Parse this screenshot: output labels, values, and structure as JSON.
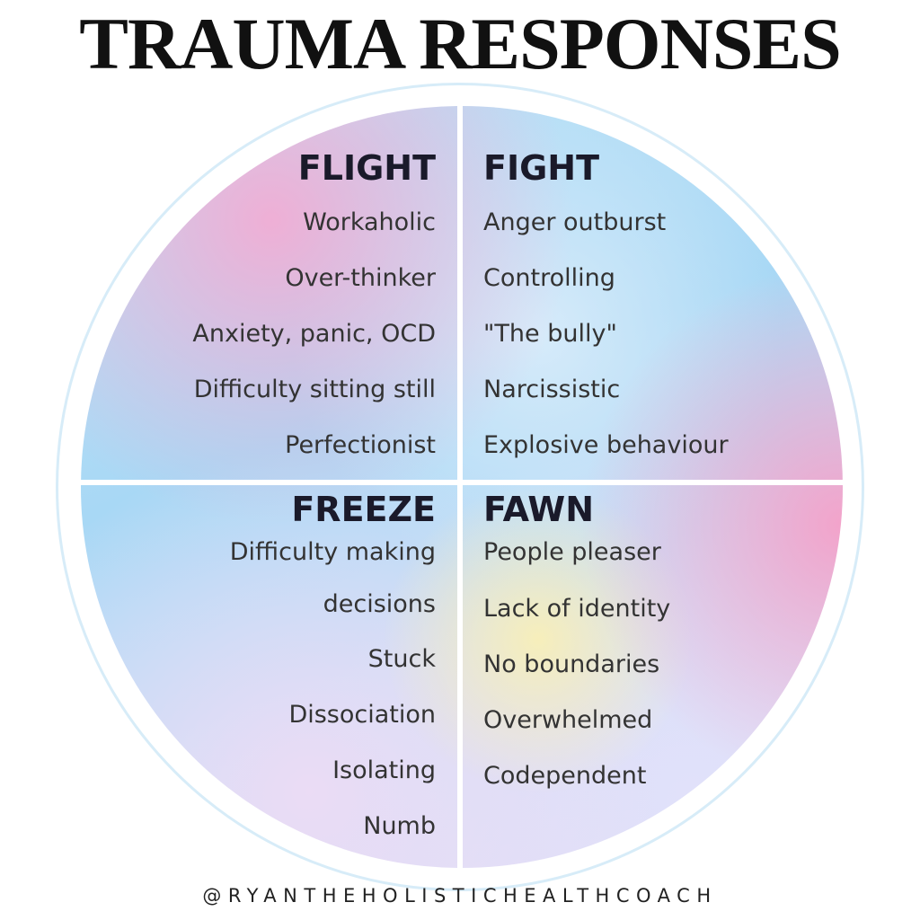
{
  "title": "TRAUMA RESPONSES",
  "quadrants": {
    "flight": {
      "heading": "FLIGHT",
      "items": [
        "Workaholic",
        "Over-thinker",
        "Anxiety, panic, OCD",
        "Difficulty sitting still",
        "Perfectionist"
      ]
    },
    "fight": {
      "heading": "FIGHT",
      "items": [
        "Anger outburst",
        "Controlling",
        "\"The bully\"",
        "Narcissistic",
        "Explosive behaviour"
      ]
    },
    "freeze": {
      "heading": "FREEZE",
      "items": [
        "Difficulty making",
        "decisions",
        "Stuck",
        "Dissociation",
        "Isolating",
        "Numb"
      ]
    },
    "fawn": {
      "heading": "FAWN",
      "items": [
        "People pleaser",
        "Lack of identity",
        "No boundaries",
        "Overwhelmed",
        "Codependent"
      ]
    }
  },
  "footer": "@RYANTHEHOLISTICHEALTHCOACH"
}
